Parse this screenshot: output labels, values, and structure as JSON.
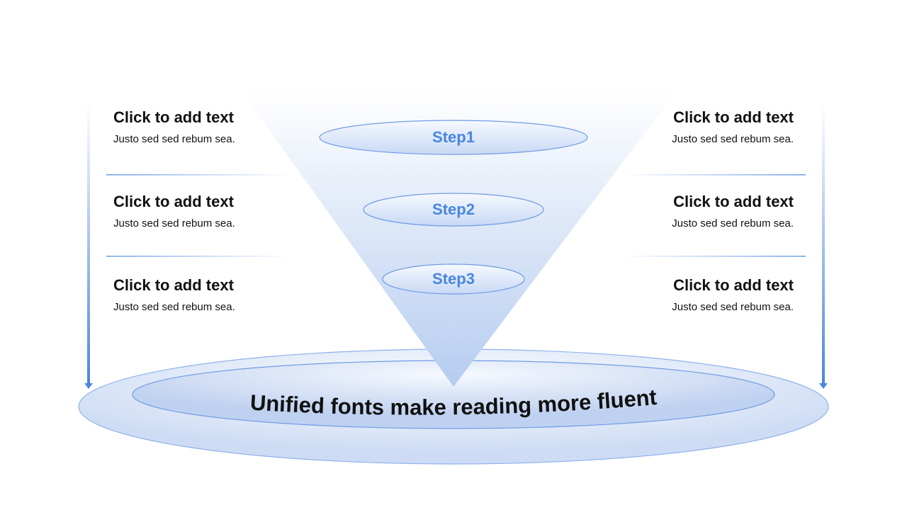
{
  "funnel": {
    "steps": [
      "Step1",
      "Step2",
      "Step3"
    ],
    "base_text": "Unified fonts make reading more fluent"
  },
  "left_items": [
    {
      "title": "Click to add text",
      "body": "Justo sed sed rebum sea."
    },
    {
      "title": "Click to add text",
      "body": "Justo sed sed rebum sea."
    },
    {
      "title": "Click to add text",
      "body": "Justo sed sed rebum sea."
    }
  ],
  "right_items": [
    {
      "title": "Click to add text",
      "body": "Justo sed sed rebum sea."
    },
    {
      "title": "Click to add text",
      "body": "Justo sed sed rebum sea."
    },
    {
      "title": "Click to add text",
      "body": "Justo sed sed rebum sea."
    }
  ],
  "colors": {
    "accent": "#4a86e0",
    "light": "#c3d5f2"
  }
}
